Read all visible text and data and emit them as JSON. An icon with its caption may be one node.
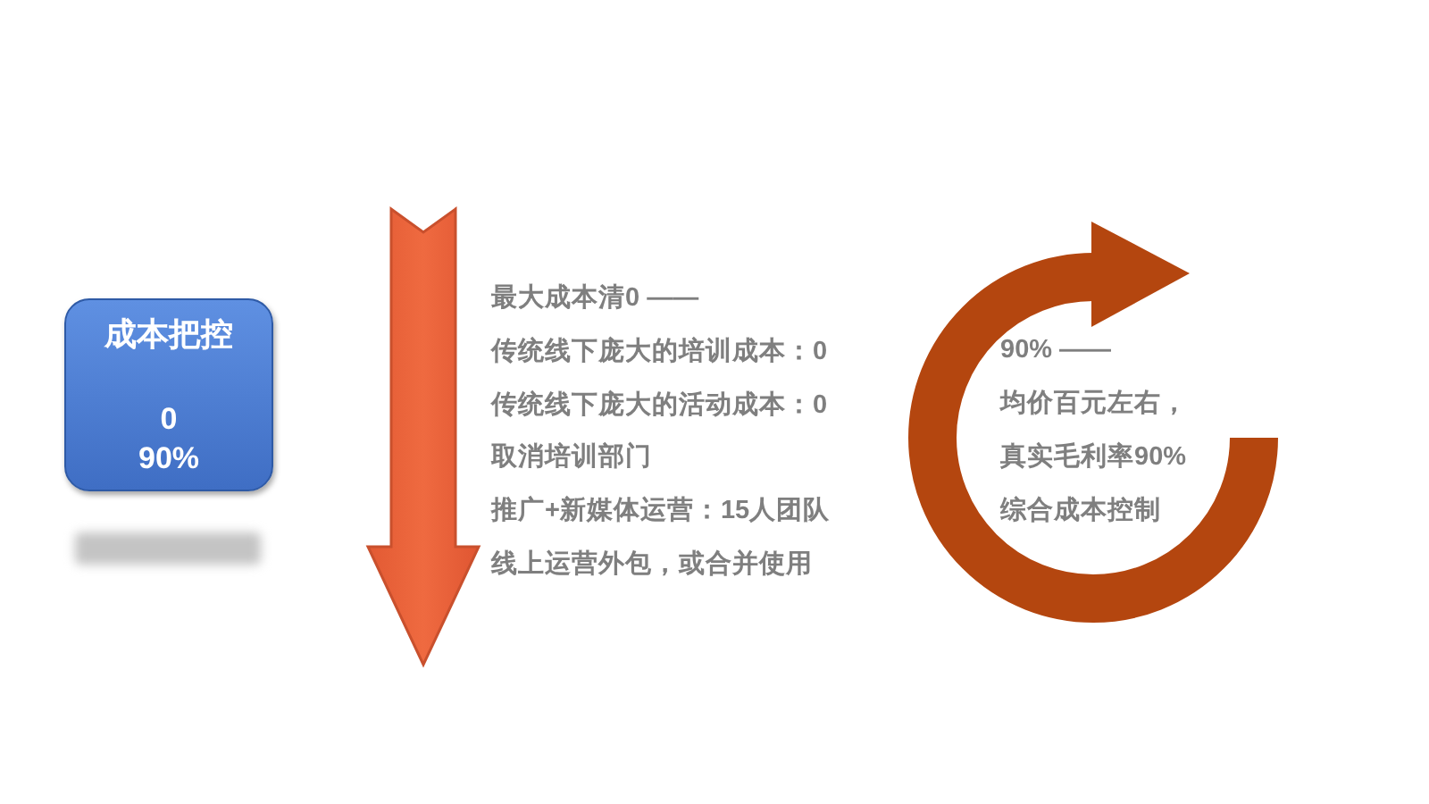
{
  "diagram": {
    "nodes": [
      {
        "text": [
          "成本把控",
          "0",
          "90%"
        ]
      }
    ],
    "labels": [
      "最大成本清0 ——",
      "传统线下庞大的培训成本：0",
      "传统线下庞大的活动成本：0",
      "取消培训部门",
      "推广+新媒体运营：15人团队",
      "线上运营外包，或合并使用",
      "90% ——",
      "均价百元左右，",
      "真实毛利率90%",
      "综合成本控制"
    ]
  }
}
